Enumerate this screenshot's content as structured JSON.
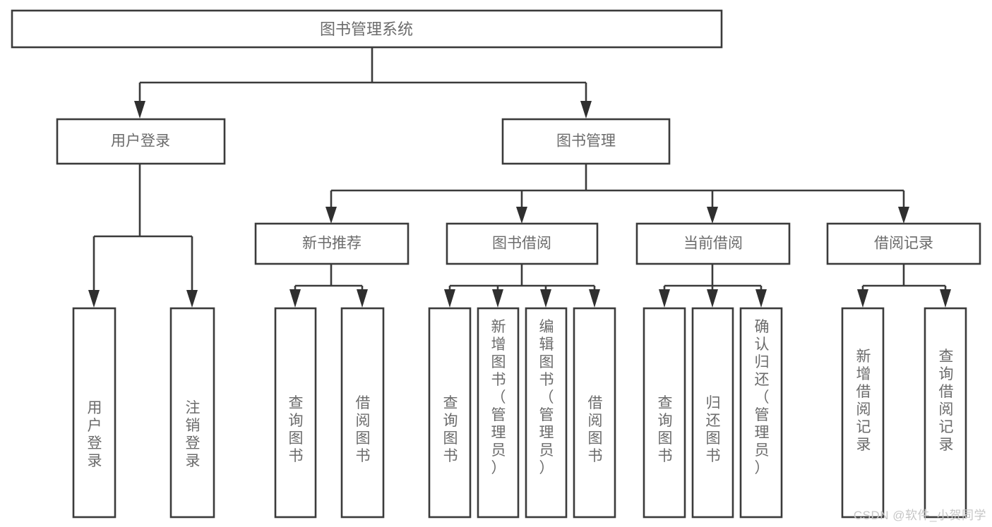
{
  "diagram": {
    "type": "tree",
    "title": "图书管理系统",
    "orientation": "top-down",
    "watermark": "CSDN @软件_小贺同学",
    "colors": {
      "box_stroke": "#3b3b3b",
      "box_fill": "#ffffff",
      "text": "#6b6b6b",
      "connector": "#3b3b3b",
      "watermark": "#c6c6c6",
      "background": "#ffffff"
    },
    "levels": [
      {
        "level": 1,
        "nodes": [
          {
            "id": "root",
            "label": "图书管理系统",
            "orientation": "horizontal"
          }
        ]
      },
      {
        "level": 2,
        "nodes": [
          {
            "id": "login",
            "label": "用户登录",
            "parent": "root",
            "orientation": "horizontal"
          },
          {
            "id": "bookmgmt",
            "label": "图书管理",
            "parent": "root",
            "orientation": "horizontal"
          }
        ]
      },
      {
        "level": 3,
        "nodes": [
          {
            "id": "newbook",
            "label": "新书推荐",
            "parent": "bookmgmt",
            "orientation": "horizontal"
          },
          {
            "id": "borrow",
            "label": "图书借阅",
            "parent": "bookmgmt",
            "orientation": "horizontal"
          },
          {
            "id": "current",
            "label": "当前借阅",
            "parent": "bookmgmt",
            "orientation": "horizontal"
          },
          {
            "id": "records",
            "label": "借阅记录",
            "parent": "bookmgmt",
            "orientation": "horizontal"
          }
        ]
      },
      {
        "level": 4,
        "nodes": [
          {
            "id": "leaf1",
            "label": "用户登录",
            "parent": "login",
            "orientation": "vertical"
          },
          {
            "id": "leaf2",
            "label": "注销登录",
            "parent": "login",
            "orientation": "vertical"
          },
          {
            "id": "leaf3",
            "label": "查询图书",
            "parent": "newbook",
            "orientation": "vertical"
          },
          {
            "id": "leaf4",
            "label": "借阅图书",
            "parent": "newbook",
            "orientation": "vertical"
          },
          {
            "id": "leaf5",
            "label": "查询图书",
            "parent": "borrow",
            "orientation": "vertical"
          },
          {
            "id": "leaf6",
            "label": "新增图书（管理员）",
            "parent": "borrow",
            "orientation": "vertical"
          },
          {
            "id": "leaf7",
            "label": "编辑图书（管理员）",
            "parent": "borrow",
            "orientation": "vertical"
          },
          {
            "id": "leaf8",
            "label": "借阅图书",
            "parent": "borrow",
            "orientation": "vertical"
          },
          {
            "id": "leaf9",
            "label": "查询图书",
            "parent": "current",
            "orientation": "vertical"
          },
          {
            "id": "leaf10",
            "label": "归还图书",
            "parent": "current",
            "orientation": "vertical"
          },
          {
            "id": "leaf11",
            "label": "确认归还（管理员）",
            "parent": "current",
            "orientation": "vertical"
          },
          {
            "id": "leaf12",
            "label": "新增借阅记录",
            "parent": "records",
            "orientation": "vertical"
          },
          {
            "id": "leaf13",
            "label": "查询借阅记录",
            "parent": "records",
            "orientation": "vertical"
          }
        ]
      }
    ]
  }
}
